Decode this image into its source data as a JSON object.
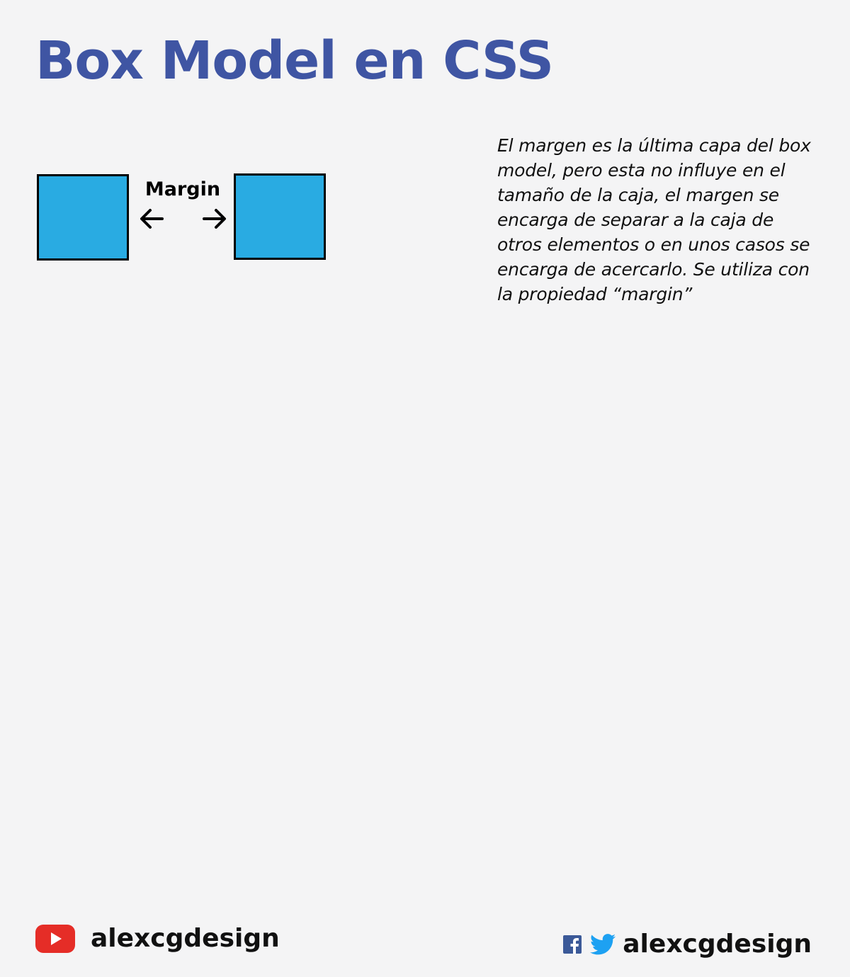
{
  "title": "Box Model en CSS",
  "diagram": {
    "label": "Margin"
  },
  "description": "El margen es la última capa del box model, pero esta no influye en el tamaño de la caja, el margen se encarga de separar a la caja de otros elementos o en unos casos se encarga de acercarlo. Se utiliza con la propiedad “margin”",
  "footer": {
    "youtube_handle": "alexcgdesign",
    "social_handle": "alexcgdesign"
  },
  "colors": {
    "title": "#3f55a3",
    "box_fill": "#29abe2",
    "box_border": "#000000",
    "background": "#f4f4f5",
    "youtube": "#e52d27",
    "facebook": "#3b5998",
    "twitter": "#1da1f2"
  },
  "icons": [
    "arrow-left-icon",
    "arrow-right-icon",
    "youtube-icon",
    "facebook-icon",
    "twitter-icon"
  ]
}
